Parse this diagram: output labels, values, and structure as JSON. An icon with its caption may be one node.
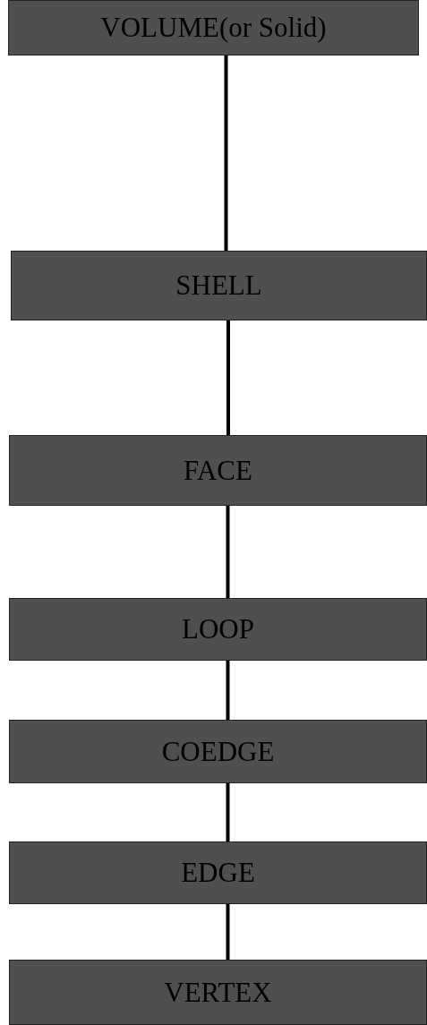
{
  "diagram": {
    "nodes": [
      {
        "text": [
          "VOLUME(or Solid)"
        ]
      },
      {
        "text": [
          "SHELL"
        ]
      },
      {
        "text": [
          "FACE"
        ]
      },
      {
        "text": [
          "LOOP"
        ]
      },
      {
        "text": [
          "COEDGE"
        ]
      },
      {
        "text": [
          "EDGE"
        ]
      },
      {
        "text": [
          "VERTEX"
        ]
      }
    ],
    "edges": [
      {
        "from": 0,
        "to": 1,
        "arrow": "none"
      },
      {
        "from": 1,
        "to": 2,
        "arrow": "none"
      },
      {
        "from": 2,
        "to": 3,
        "arrow": "none"
      },
      {
        "from": 3,
        "to": 4,
        "arrow": "none"
      },
      {
        "from": 4,
        "to": 5,
        "arrow": "none"
      },
      {
        "from": 5,
        "to": 6,
        "arrow": "none"
      }
    ]
  }
}
